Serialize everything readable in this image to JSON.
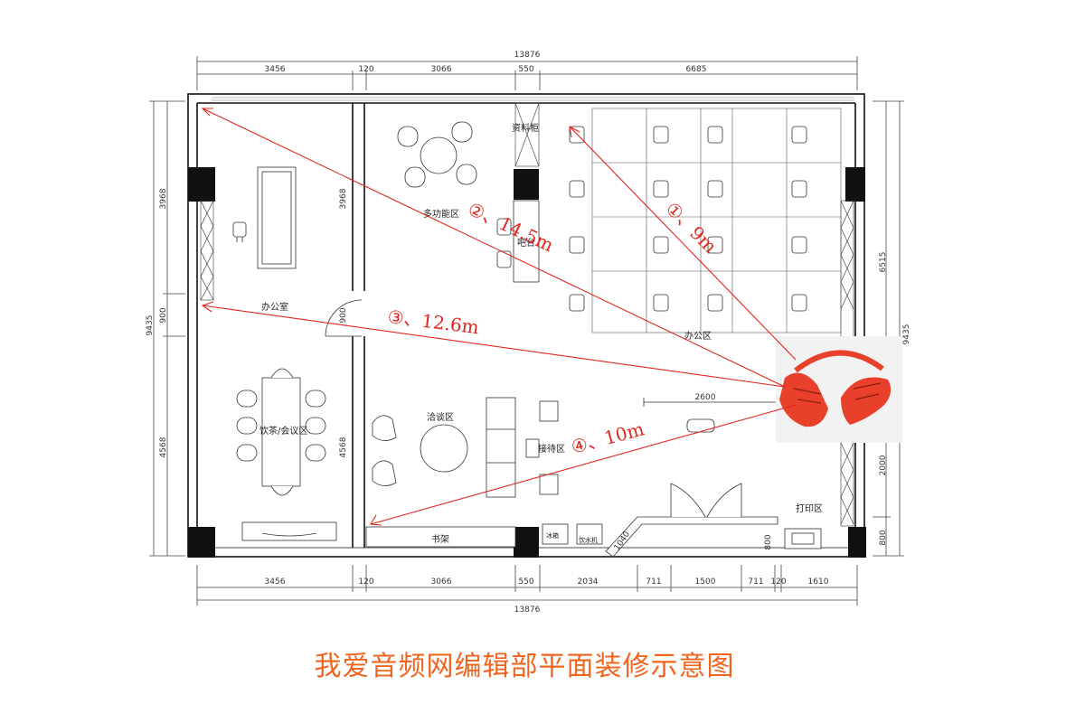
{
  "caption": "我爱音频网编辑部平面装修示意图",
  "dimensions": {
    "top_total": "13876",
    "top_segments": [
      "3456",
      "120",
      "3066",
      "550",
      "6685"
    ],
    "bottom_segments": [
      "3456",
      "120",
      "3066",
      "550",
      "2034",
      "711",
      "1500",
      "711",
      "120",
      "1610"
    ],
    "bottom_total": "13876",
    "left": [
      "3968",
      "900",
      "4568"
    ],
    "left_total": "9435",
    "right": [
      "6515",
      "2000",
      "800"
    ],
    "right_total": "9435",
    "inner_left": [
      "3968",
      "900",
      "4568"
    ],
    "inner_misc": [
      "2600",
      "800",
      "1040"
    ]
  },
  "rooms": {
    "office_room": "办公室",
    "tea_meeting": "饮茶/会议区",
    "multifunction": "多功能区",
    "bar": "吧台",
    "file_cabinet": "资料柜",
    "office_area": "办公区",
    "talk_area": "洽谈区",
    "reception": "接待区",
    "print_area": "打印区",
    "bookshelf": "书架",
    "fridge": "冰箱",
    "water_dispenser": "饮水机"
  },
  "measurements": [
    {
      "label": "①、9m"
    },
    {
      "label": "②、14.5m"
    },
    {
      "label": "③、12.6m"
    },
    {
      "label": "④、10m"
    }
  ],
  "colors": {
    "measure_line": "#e0261e",
    "caption": "#f0641e",
    "speaker": "#e8402a",
    "wall": "#111111"
  }
}
